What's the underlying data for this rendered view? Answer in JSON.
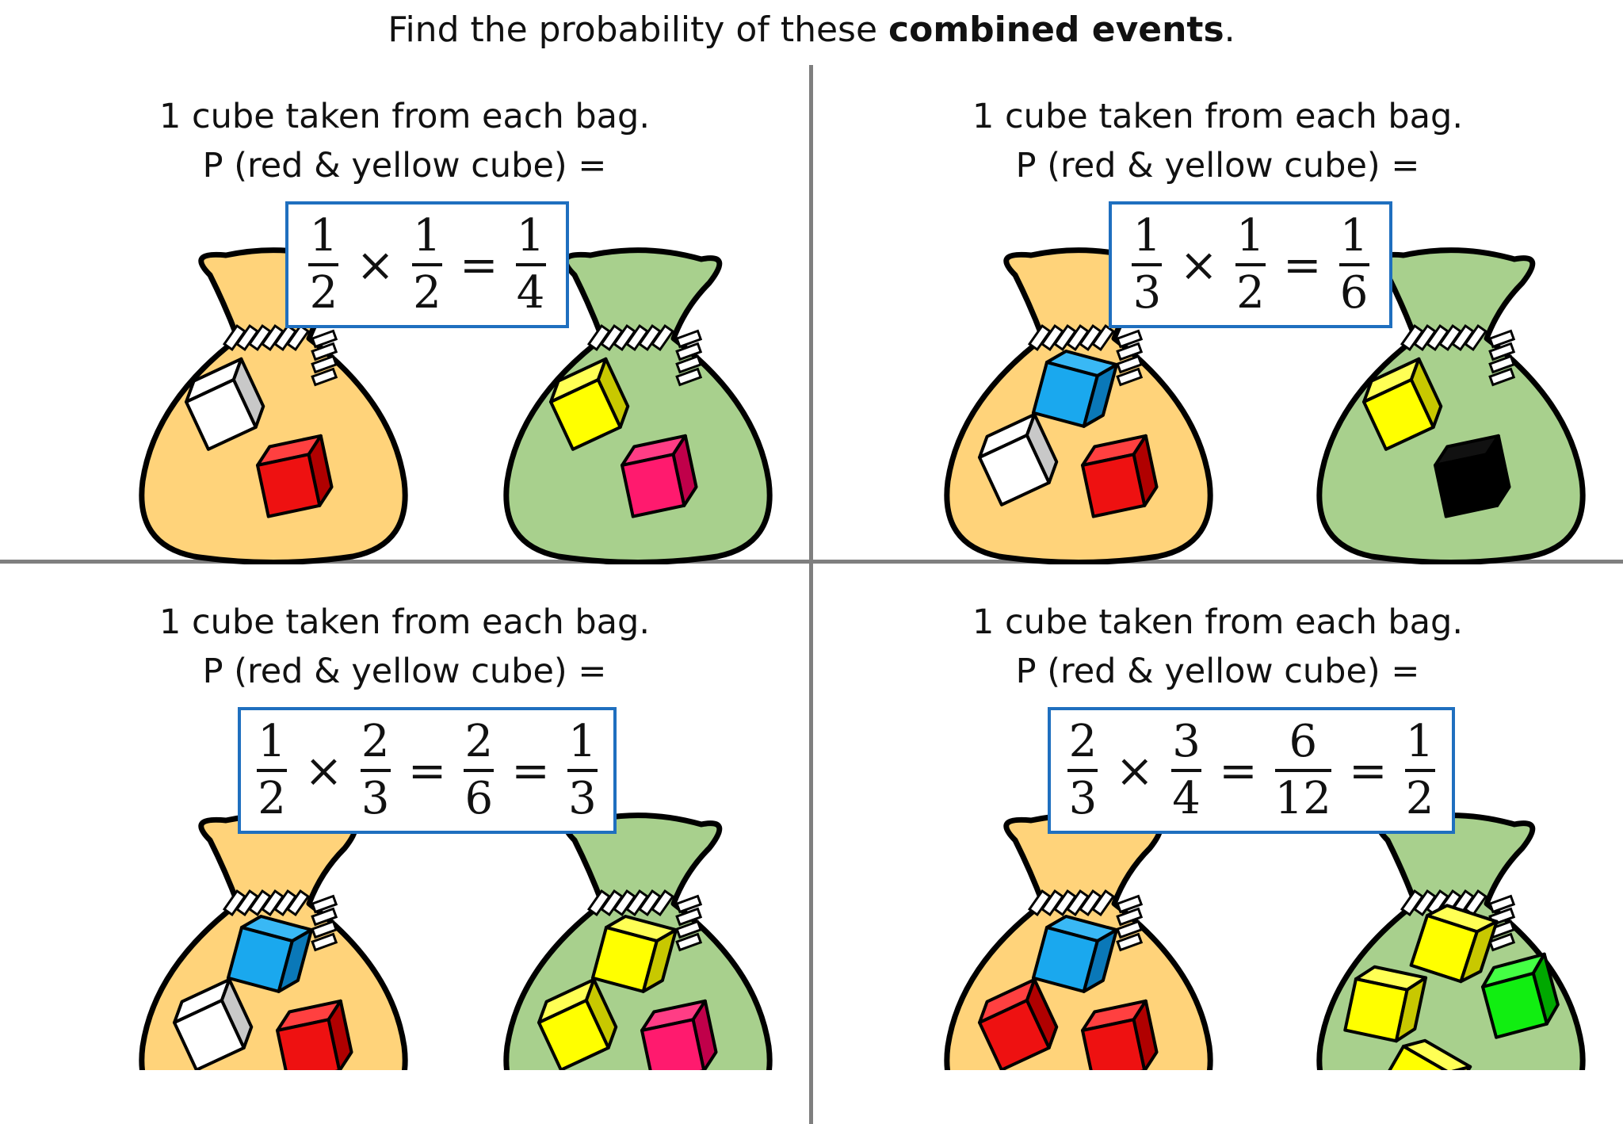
{
  "title": {
    "prefix": "Find the probability of these ",
    "bold": "combined events",
    "suffix": "."
  },
  "questions": [
    {
      "line1": "1 cube taken from each bag.",
      "line2": "P (red & yellow cube) =",
      "answer": [
        {
          "t": "frac",
          "n": "1",
          "d": "2"
        },
        {
          "t": "op",
          "v": "×"
        },
        {
          "t": "frac",
          "n": "1",
          "d": "2"
        },
        {
          "t": "op",
          "v": "="
        },
        {
          "t": "frac",
          "n": "1",
          "d": "4"
        }
      ],
      "bag_left": [
        "white",
        "red"
      ],
      "bag_right": [
        "yellow",
        "magenta"
      ]
    },
    {
      "line1": "1 cube taken from each bag.",
      "line2": "P (red & yellow cube) =",
      "answer": [
        {
          "t": "frac",
          "n": "1",
          "d": "3"
        },
        {
          "t": "op",
          "v": "×"
        },
        {
          "t": "frac",
          "n": "1",
          "d": "2"
        },
        {
          "t": "op",
          "v": "="
        },
        {
          "t": "frac",
          "n": "1",
          "d": "6"
        }
      ],
      "bag_left": [
        "blue",
        "white",
        "red"
      ],
      "bag_right": [
        "yellow",
        "black"
      ]
    },
    {
      "line1": "1 cube taken from each bag.",
      "line2": "P (red & yellow cube) =",
      "answer": [
        {
          "t": "frac",
          "n": "1",
          "d": "2"
        },
        {
          "t": "op",
          "v": "×"
        },
        {
          "t": "frac",
          "n": "2",
          "d": "3"
        },
        {
          "t": "op",
          "v": "="
        },
        {
          "t": "frac",
          "n": "2",
          "d": "6"
        },
        {
          "t": "op",
          "v": "="
        },
        {
          "t": "frac",
          "n": "1",
          "d": "3"
        }
      ],
      "bag_left": [
        "blue",
        "white",
        "red"
      ],
      "bag_right": [
        "yellow",
        "yellow",
        "magenta"
      ]
    },
    {
      "line1": "1 cube taken from each bag.",
      "line2": "P (red & yellow cube) =",
      "answer": [
        {
          "t": "frac",
          "n": "2",
          "d": "3"
        },
        {
          "t": "op",
          "v": "×"
        },
        {
          "t": "frac",
          "n": "3",
          "d": "4"
        },
        {
          "t": "op",
          "v": "="
        },
        {
          "t": "frac",
          "n": "6",
          "d": "12"
        },
        {
          "t": "op",
          "v": "="
        },
        {
          "t": "frac",
          "n": "1",
          "d": "2"
        }
      ],
      "bag_left": [
        "blue",
        "red",
        "red"
      ],
      "bag_right": [
        "yellow",
        "yellow",
        "green",
        "yellow"
      ]
    }
  ],
  "colors": {
    "bag_left_fill": "#ffd37a",
    "bag_right_fill": "#a8d08d",
    "outline": "#000000",
    "box_border": "#1f6fbf",
    "divider": "#7f7f7f",
    "cubes": {
      "white": {
        "front": "#ffffff",
        "top": "#ffffff",
        "side": "#c8c8c8"
      },
      "red": {
        "front": "#ee1111",
        "top": "#ff4040",
        "side": "#b00000"
      },
      "yellow": {
        "front": "#ffff00",
        "top": "#ffff55",
        "side": "#c8c800"
      },
      "magenta": {
        "front": "#ff1a6e",
        "top": "#ff3d85",
        "side": "#c0004a"
      },
      "blue": {
        "front": "#1aa8ee",
        "top": "#39b8f5",
        "side": "#0a78b8"
      },
      "black": {
        "front": "#000000",
        "top": "#111111",
        "side": "#000000"
      },
      "green": {
        "front": "#11ee11",
        "top": "#44ff44",
        "side": "#00a800"
      }
    }
  }
}
